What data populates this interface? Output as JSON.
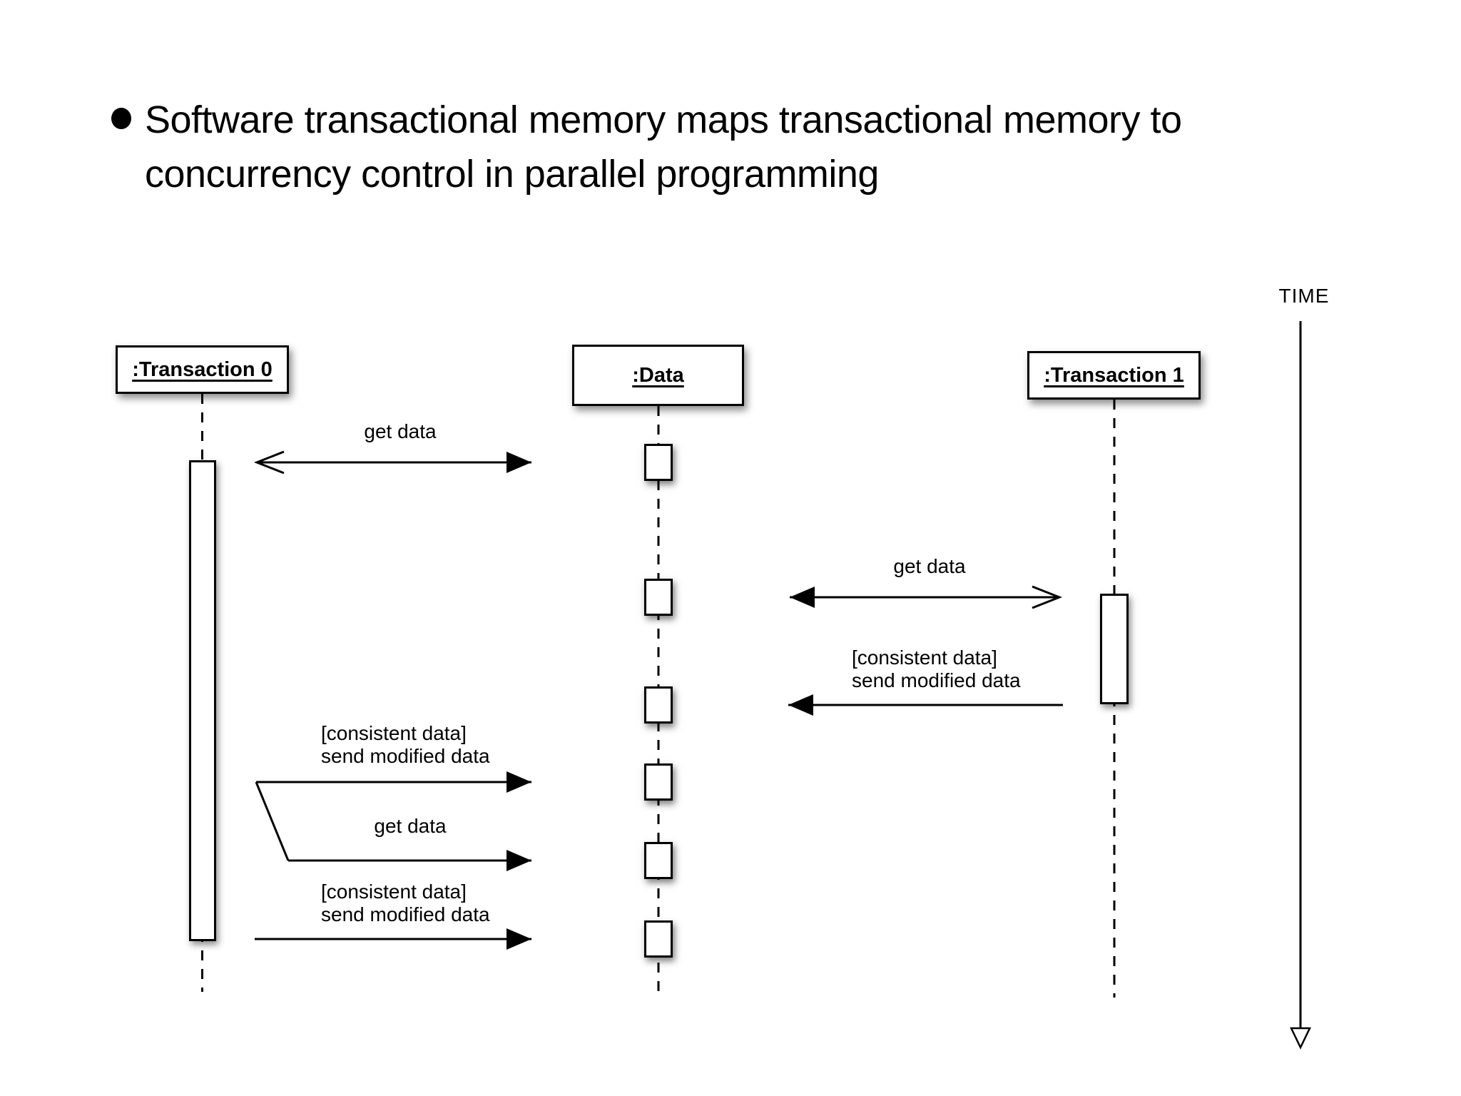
{
  "slide": {
    "title_lines": [
      "Software transactional memory maps transactional memory to",
      "concurrency control in parallel programming"
    ]
  },
  "diagram": {
    "type": "uml-sequence",
    "time_label": "TIME",
    "lifelines": [
      {
        "label": ":Transaction 0"
      },
      {
        "label": ":Data"
      },
      {
        "label": ":Transaction 1"
      }
    ],
    "messages": [
      {
        "between": [
          ":Transaction 0",
          ":Data"
        ],
        "label": "get data"
      },
      {
        "between": [
          ":Data",
          ":Transaction 1"
        ],
        "label": "get data"
      },
      {
        "between": [
          ":Transaction 1",
          ":Data"
        ],
        "guard": "[consistent data]",
        "label": "send modified data"
      },
      {
        "between": [
          ":Transaction 0",
          ":Data"
        ],
        "guard": "[consistent data]",
        "label": "send modified data"
      },
      {
        "between": [
          ":Transaction 0",
          ":Data"
        ],
        "label": "get data"
      },
      {
        "between": [
          ":Transaction 0",
          ":Data"
        ],
        "guard": "[consistent data]",
        "label": "send modified data"
      }
    ]
  }
}
